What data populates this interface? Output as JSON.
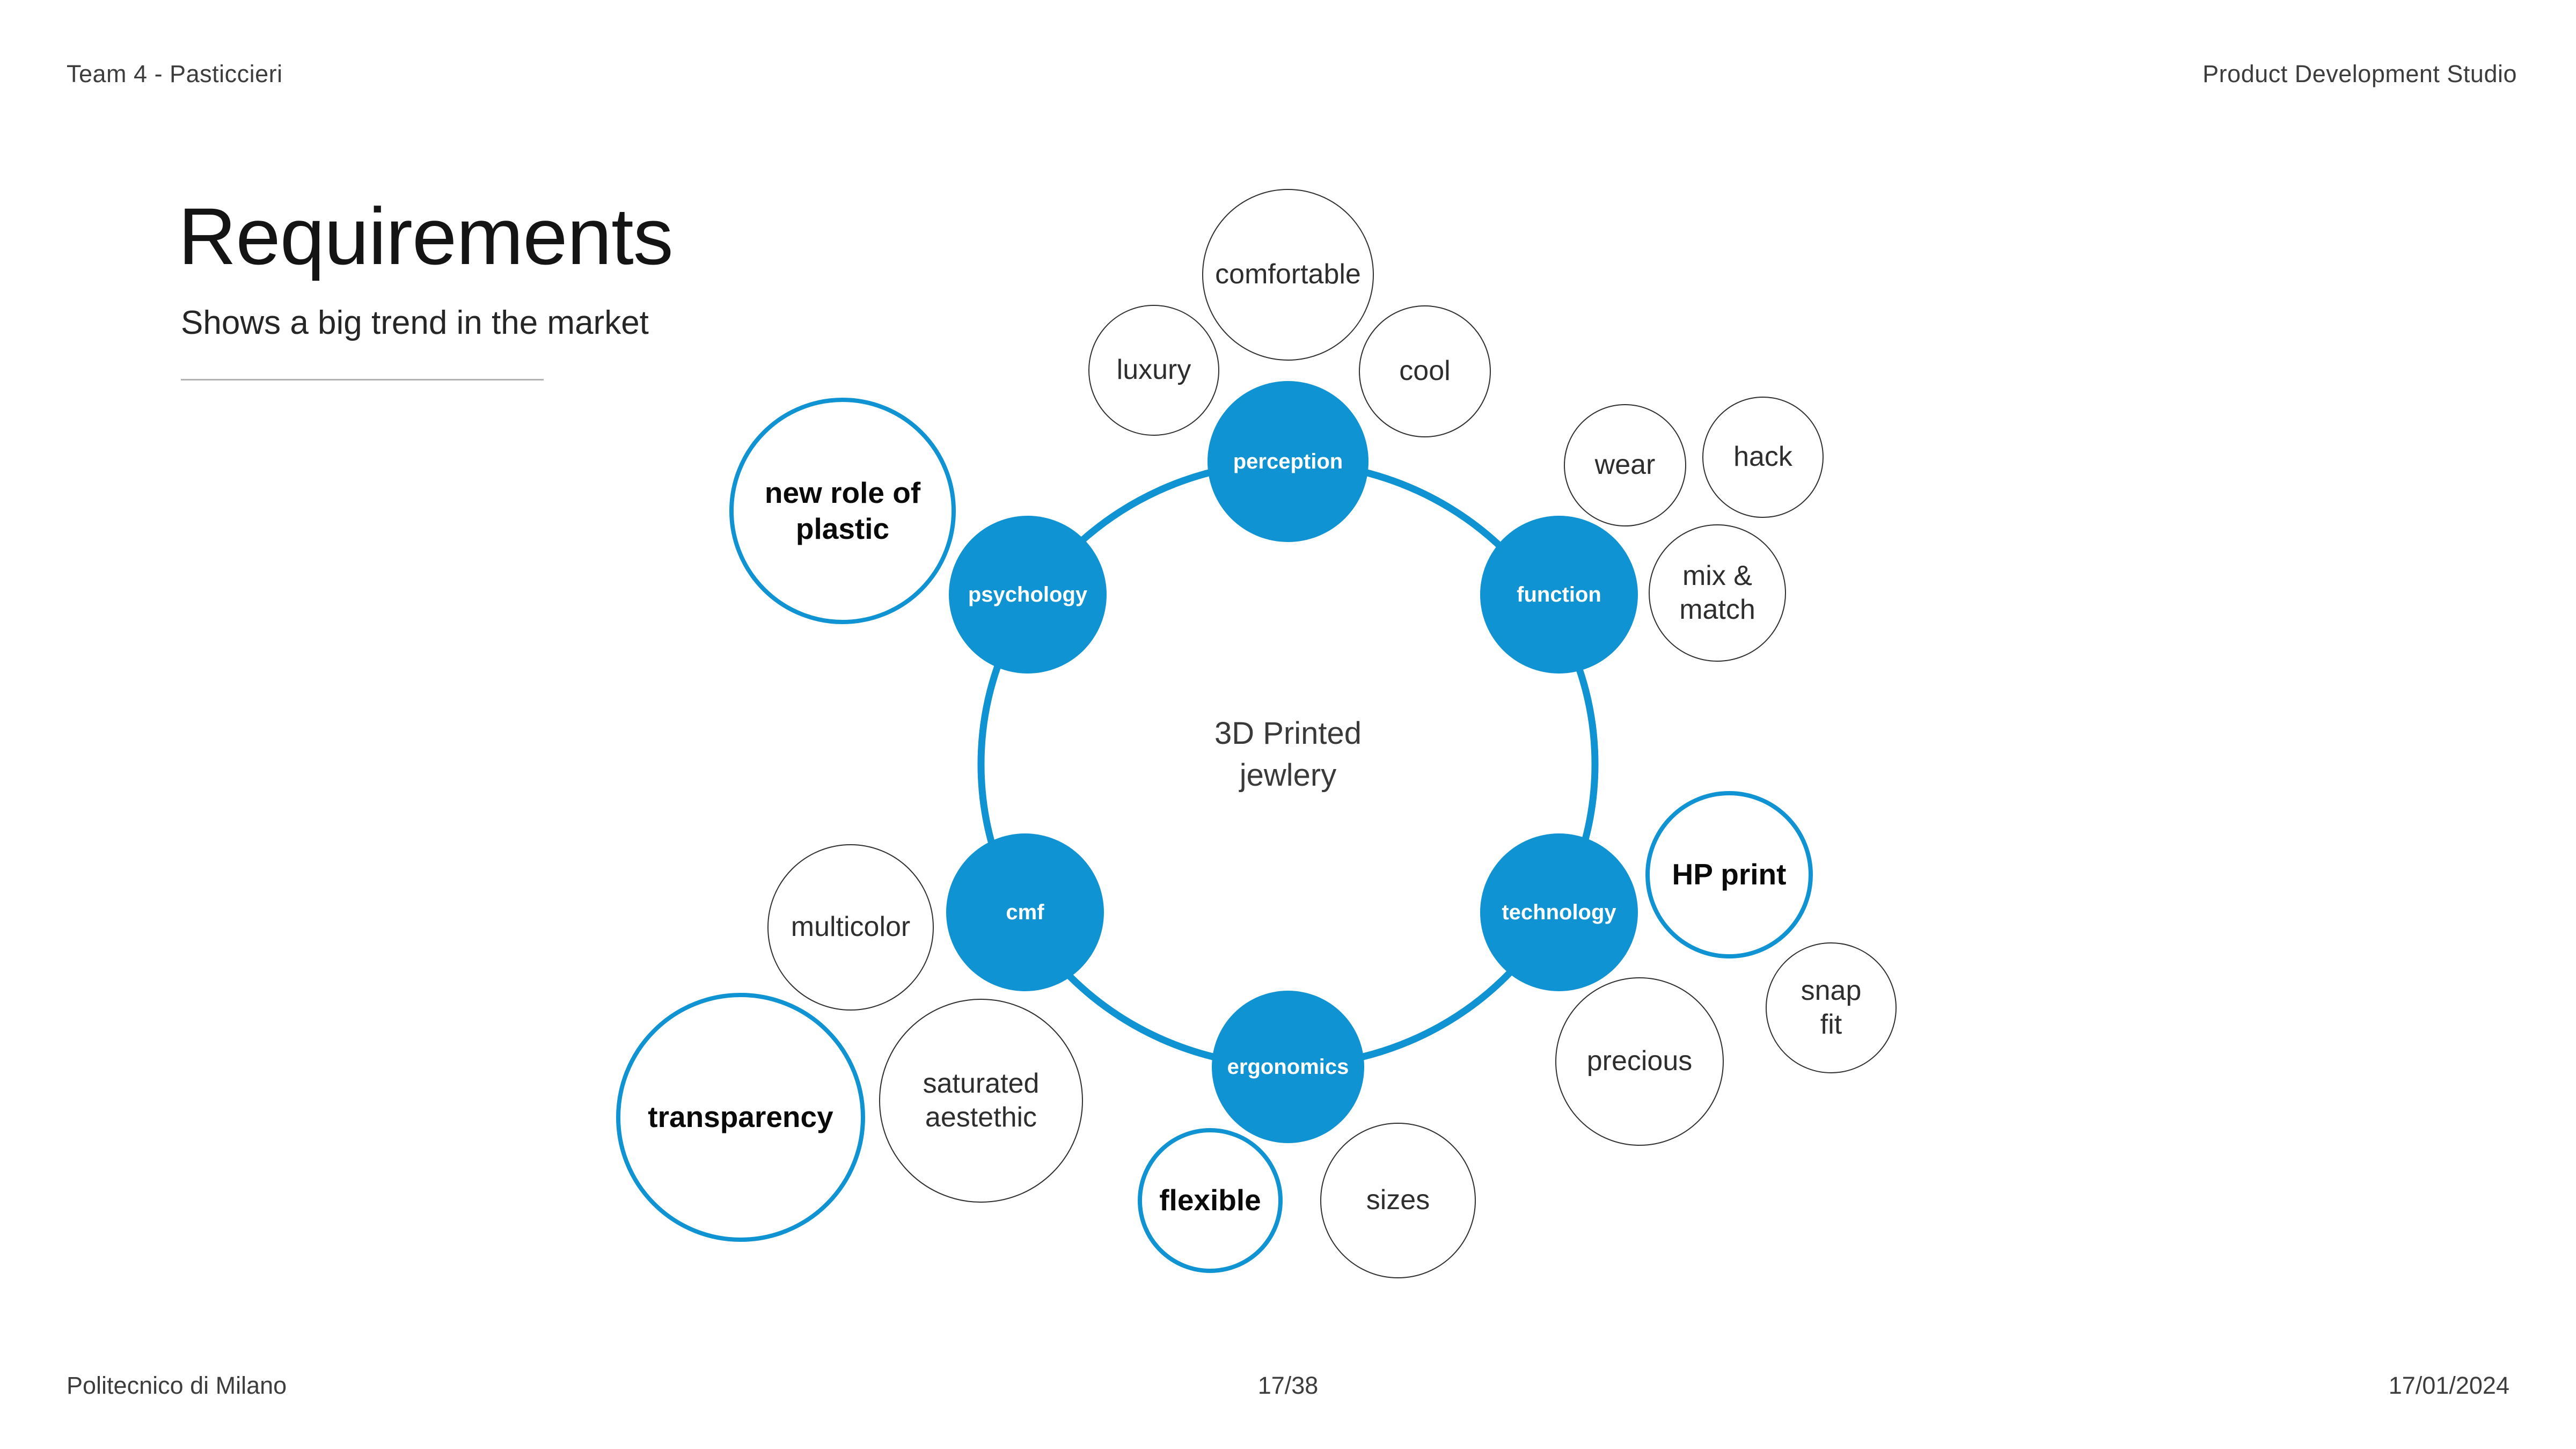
{
  "colors": {
    "accent": "#0f93d2",
    "satellite_border": "#2f2f2f",
    "text_dark": "#1a1a1a",
    "muted_line": "#b3b3b3"
  },
  "header": {
    "left": "Team 4 - Pasticcieri",
    "right": "Product Development Studio"
  },
  "title_block": {
    "title": "Requirements",
    "subtitle": "Shows a big trend in the market"
  },
  "footer": {
    "left": "Politecnico di Milano",
    "center": "17/38",
    "right": "17/01/2024"
  },
  "diagram": {
    "center_label": "3D Printed\njewlery",
    "categories": [
      {
        "id": "perception",
        "label": "perception"
      },
      {
        "id": "psychology",
        "label": "psychology"
      },
      {
        "id": "function",
        "label": "function"
      },
      {
        "id": "cmf",
        "label": "cmf"
      },
      {
        "id": "technology",
        "label": "technology"
      },
      {
        "id": "ergonomics",
        "label": "ergonomics"
      }
    ],
    "satellites": [
      {
        "label": "comfortable",
        "emphasized": false
      },
      {
        "label": "luxury",
        "emphasized": false
      },
      {
        "label": "cool",
        "emphasized": false
      },
      {
        "label": "wear",
        "emphasized": false
      },
      {
        "label": "hack",
        "emphasized": false
      },
      {
        "label": "mix &\nmatch",
        "emphasized": false
      },
      {
        "label": "new role of\nplastic",
        "emphasized": true
      },
      {
        "label": "multicolor",
        "emphasized": false
      },
      {
        "label": "saturated\naestethic",
        "emphasized": false
      },
      {
        "label": "transparency",
        "emphasized": true
      },
      {
        "label": "flexible",
        "emphasized": true
      },
      {
        "label": "sizes",
        "emphasized": false
      },
      {
        "label": "precious",
        "emphasized": false
      },
      {
        "label": "snap\nfit",
        "emphasized": false
      },
      {
        "label": "HP print",
        "emphasized": true
      }
    ]
  }
}
